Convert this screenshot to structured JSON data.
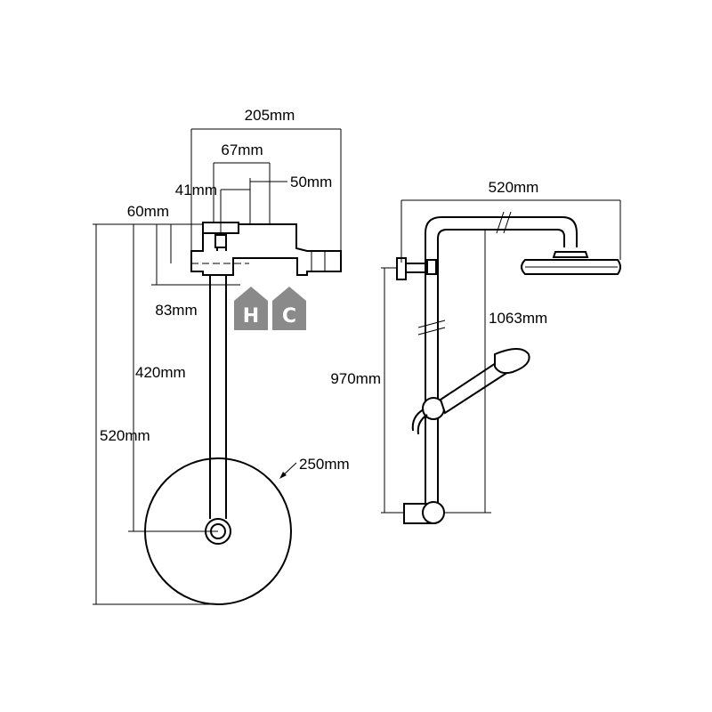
{
  "diagram": {
    "left_view": {
      "width_total": "205mm",
      "width_mid": "67mm",
      "offset_left": "41mm",
      "offset_right": "50mm",
      "height_top": "60mm",
      "height_bottom": "83mm",
      "height_arm": "420mm",
      "height_total": "520mm",
      "head_diameter": "250mm",
      "badge_hot": "H",
      "badge_cold": "C"
    },
    "right_view": {
      "width_total": "520mm",
      "height_top": "1063mm",
      "height_rail": "970mm"
    },
    "colors": {
      "line": "#000000",
      "badge": "#8a8a8a"
    }
  }
}
